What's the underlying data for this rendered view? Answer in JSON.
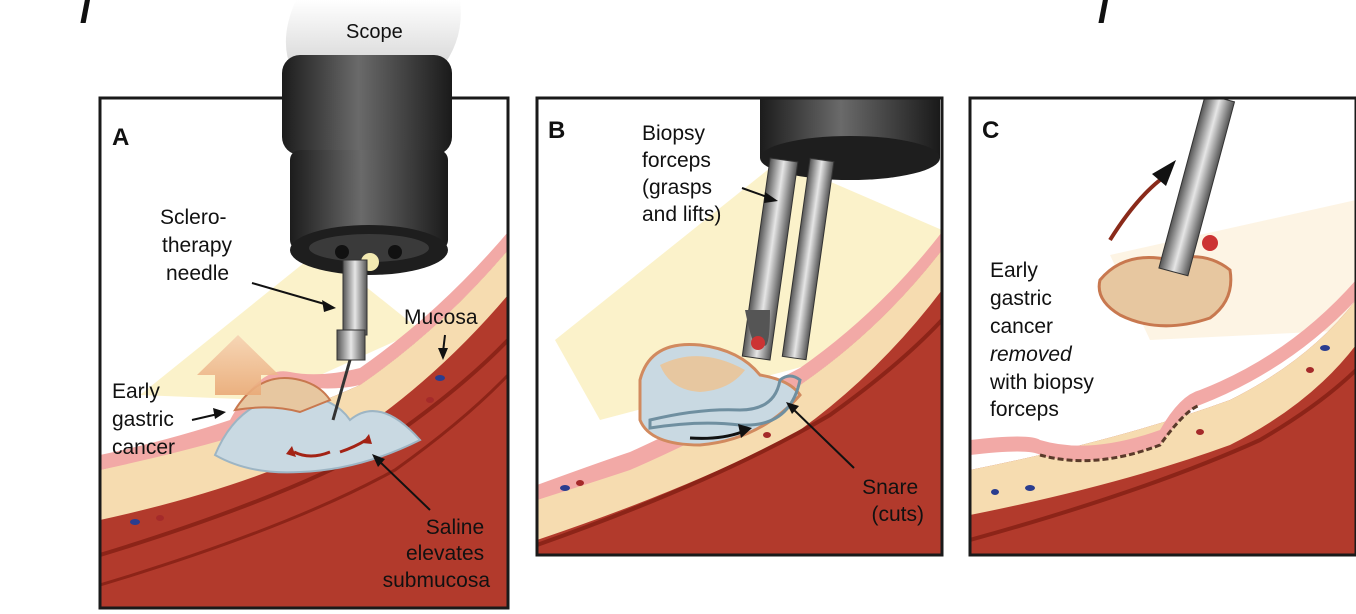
{
  "scope_label": "Scope",
  "panels": [
    {
      "letter": "A",
      "labels": {
        "needle": [
          "Sclero-",
          "therapy",
          "needle"
        ],
        "mucosa": "Mucosa",
        "cancer": [
          "Early",
          "gastric",
          "cancer"
        ],
        "saline": [
          "Saline",
          "elevates",
          "submucosa"
        ]
      }
    },
    {
      "letter": "B",
      "labels": {
        "forceps": [
          "Biopsy",
          "forceps",
          "(grasps",
          "and lifts)"
        ],
        "snare": [
          "Snare",
          "(cuts)"
        ]
      }
    },
    {
      "letter": "C",
      "labels": {
        "removed": [
          "Early",
          "gastric",
          "cancer",
          "removed",
          "with biopsy",
          "forceps"
        ]
      }
    }
  ],
  "colors": {
    "frame": "#1a1a1a",
    "scope_body": "#2e2e2e",
    "mucosa": "#f2a9a6",
    "submucosa": "#f6dcb0",
    "muscle": "#b23a2c",
    "light_cone": "#fbf1c4",
    "saline": "#c9d9e2",
    "tumor": "#e7c7a0"
  }
}
